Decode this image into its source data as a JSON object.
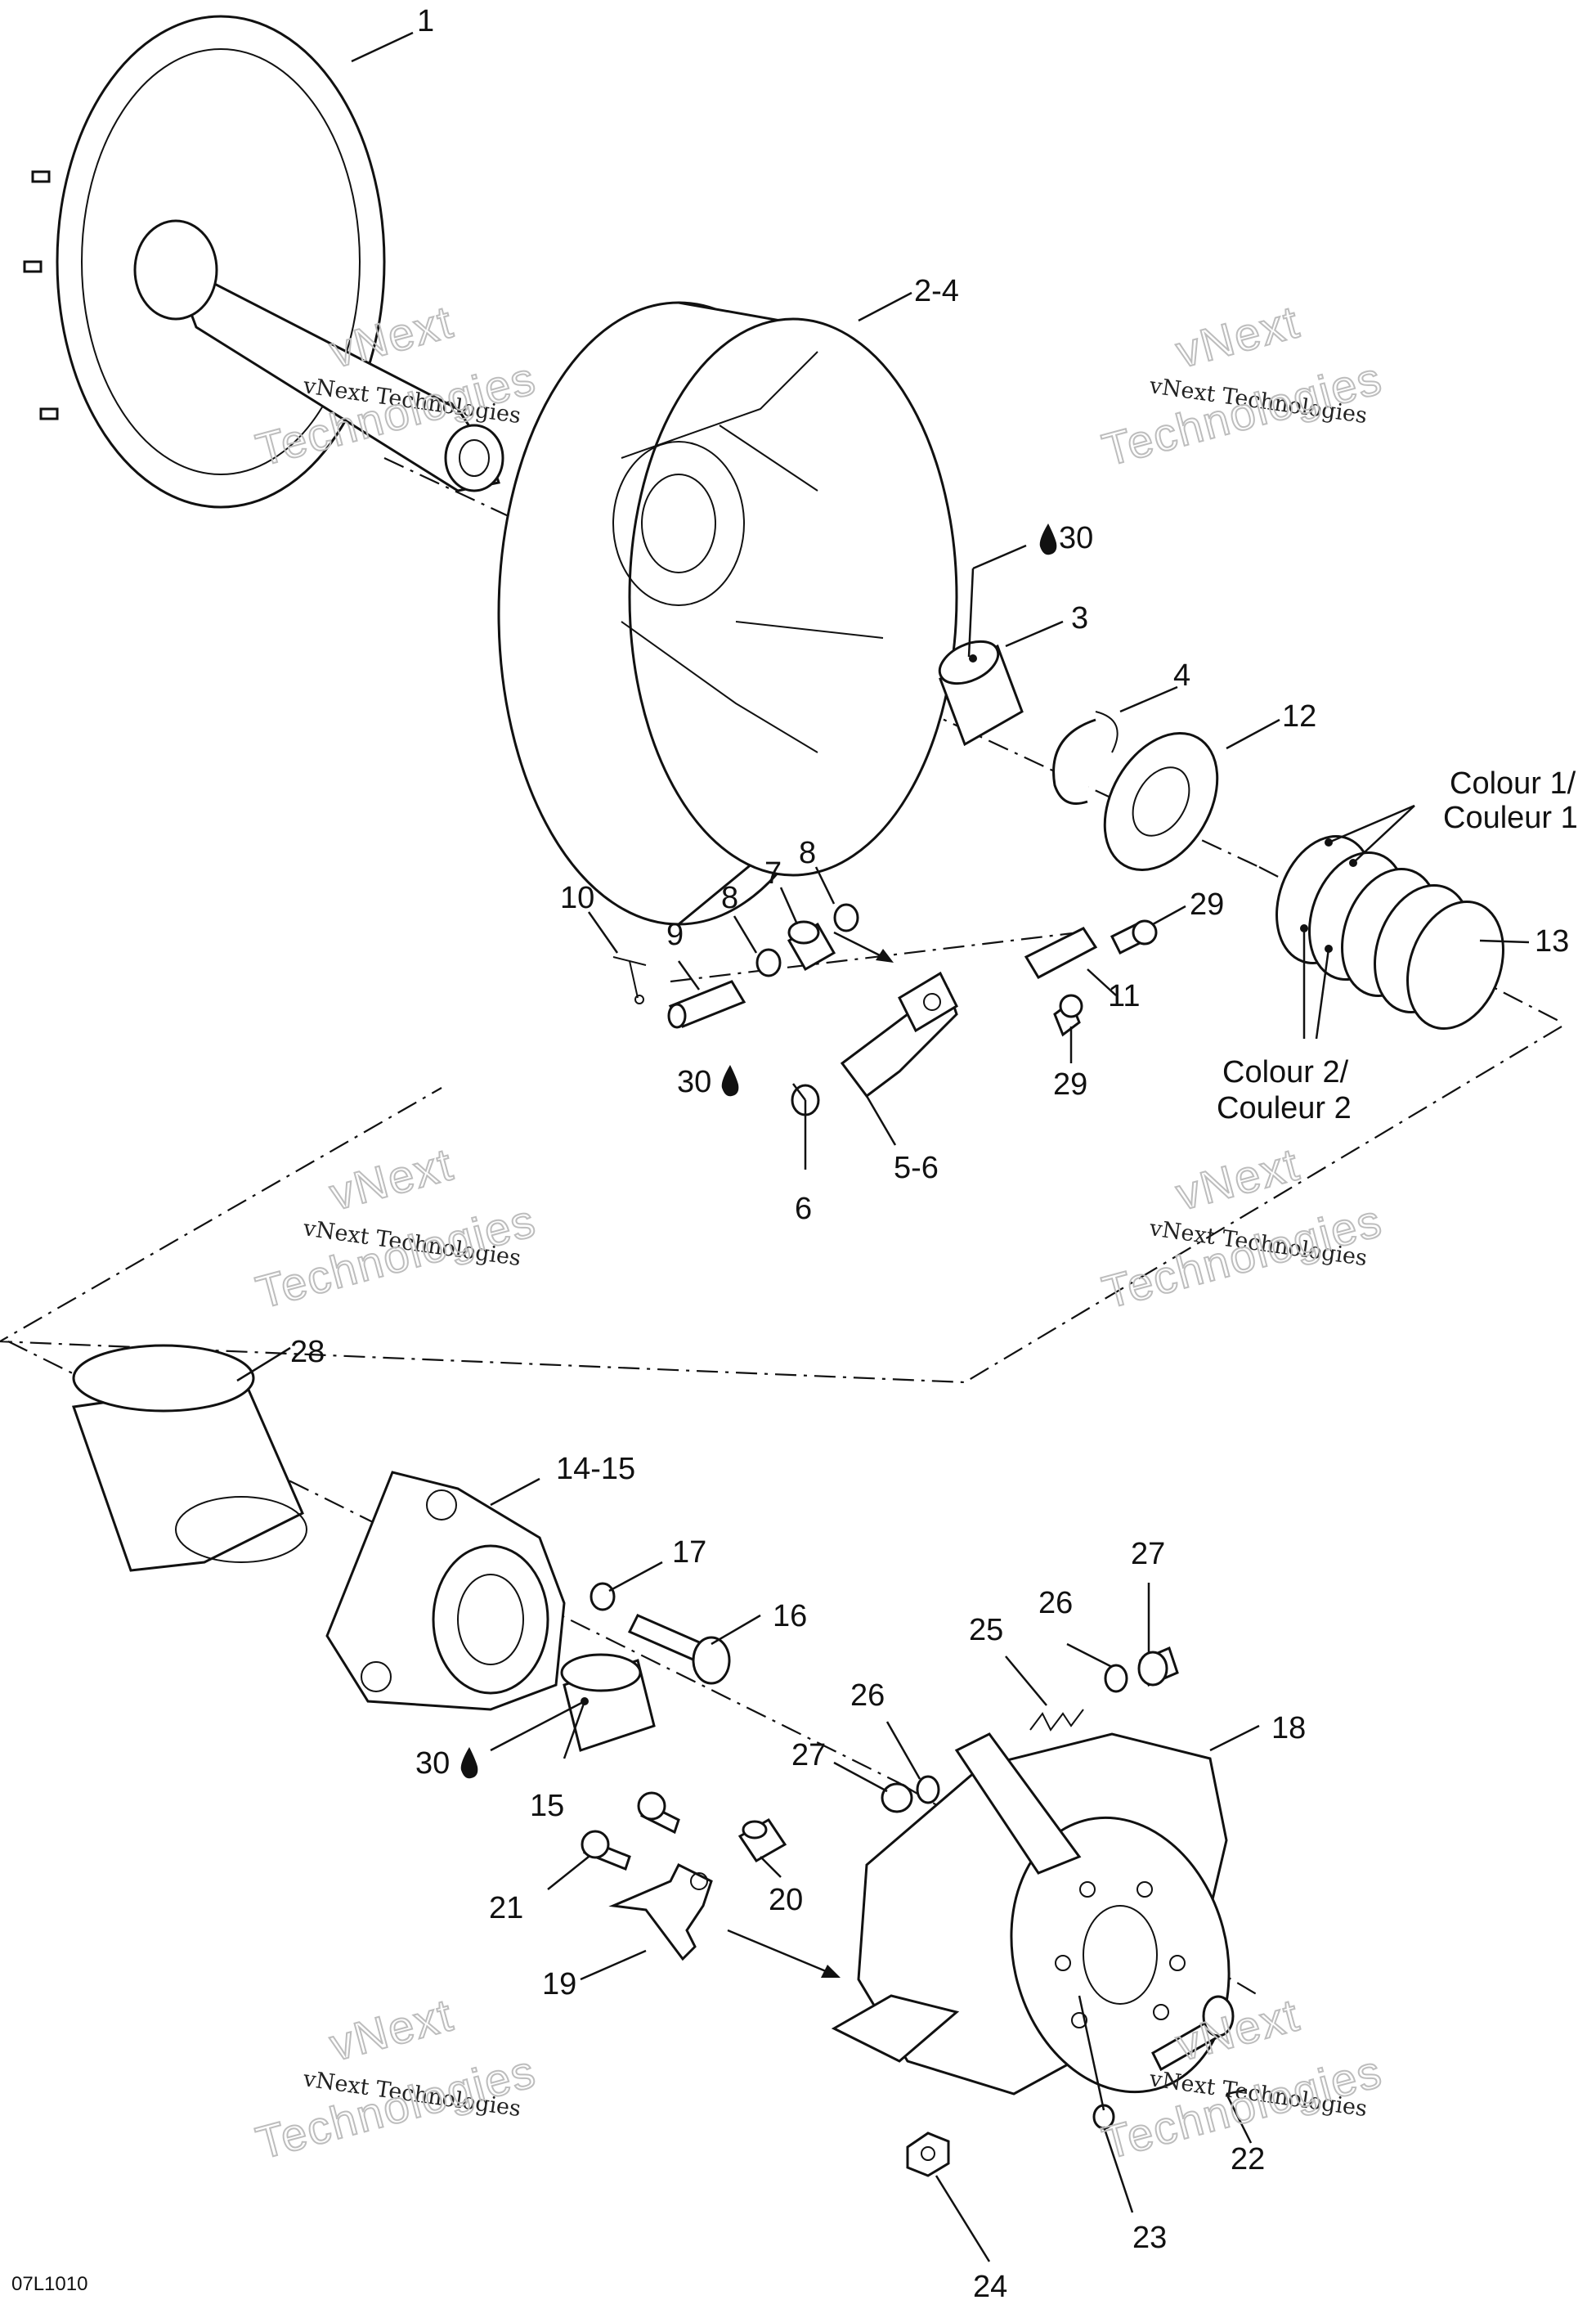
{
  "figure_code": "07L1010",
  "watermark": {
    "line1": "vNext Technologies",
    "line2": "vNext",
    "line3": "Technologies"
  },
  "callouts": {
    "c1": "1",
    "c2_4": "2-4",
    "c30a": "30",
    "c3": "3",
    "c4": "4",
    "c12": "12",
    "colour1_en": "Colour 1/",
    "colour1_fr": "Couleur 1",
    "c13": "13",
    "c10": "10",
    "c9": "9",
    "c8a": "8",
    "c7": "7",
    "c8b": "8",
    "c29a": "29",
    "c11": "11",
    "c29b": "29",
    "c30b": "30",
    "c6": "6",
    "c5_6": "5-6",
    "colour2_en": "Colour 2/",
    "colour2_fr": "Couleur 2",
    "c28": "28",
    "c14_15": "14-15",
    "c17": "17",
    "c16": "16",
    "c30c": "30",
    "c15": "15",
    "c27a": "27",
    "c26a": "26",
    "c25": "25",
    "c26b": "26",
    "c27b": "27",
    "c18": "18",
    "c21": "21",
    "c20": "20",
    "c19": "19",
    "c22": "22",
    "c23": "23",
    "c24": "24"
  }
}
